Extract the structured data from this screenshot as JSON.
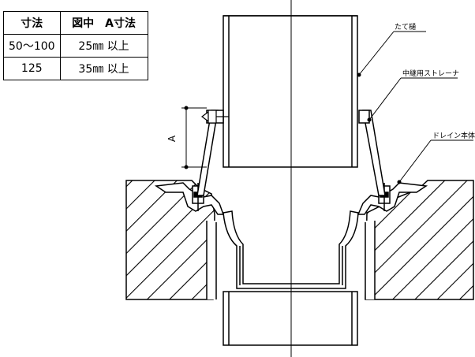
{
  "table": {
    "headers": [
      "寸法",
      "図中　A寸法"
    ],
    "rows": [
      [
        "50〜100",
        "25㎜ 以上"
      ],
      [
        "125",
        "35㎜ 以上"
      ]
    ]
  },
  "labels": {
    "pipe": "たて樋",
    "strainer": "中継用ストレーナ",
    "drain": "ドレイン本体",
    "dimension": "A"
  }
}
